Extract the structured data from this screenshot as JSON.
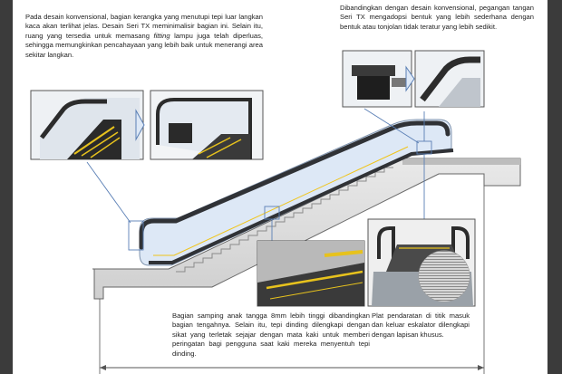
{
  "notes": {
    "top_left": {
      "before": "Pada desain konvensional, bagian kerangka yang menutupi tepi luar langkan kaca akan terlihat jelas. Desain Seri TX meminimalisir bagian ini. Selain itu, ruang yang tersedia untuk memasang ",
      "emphasis": "fitting",
      "after": " lampu juga telah diperluas, sehingga memungkinkan pencahayaan yang lebih baik untuk menerangi area sekitar langkan."
    },
    "top_right": "Dibandingkan dengan desain konvensional, pegangan tangan Seri TX mengadopsi bentuk yang lebih sederhana dengan bentuk atau tonjolan tidak teratur yang lebih sedikit.",
    "bottom_middle": "Bagian samping anak tangga 8mm lebih tinggi dibandingkan bagian tengahnya. Selain itu, tepi dinding dilengkapi dengan sikat yang terletak sejajar dengan mata kaki untuk memberi peringatan bagi pengguna saat kaki mereka menyentuh tepi dinding.",
    "bottom_right": "Plat pendaratan di titik masuk dan keluar eskalator dilengkapi dengan lapisan khusus."
  },
  "colors": {
    "background": "#3b3b3b",
    "page": "#ffffff",
    "glass": "#dde8f6",
    "handrail": "#303236",
    "callout": "#5a7fb5",
    "brush": "#e7c21d",
    "outline": "#555555"
  }
}
